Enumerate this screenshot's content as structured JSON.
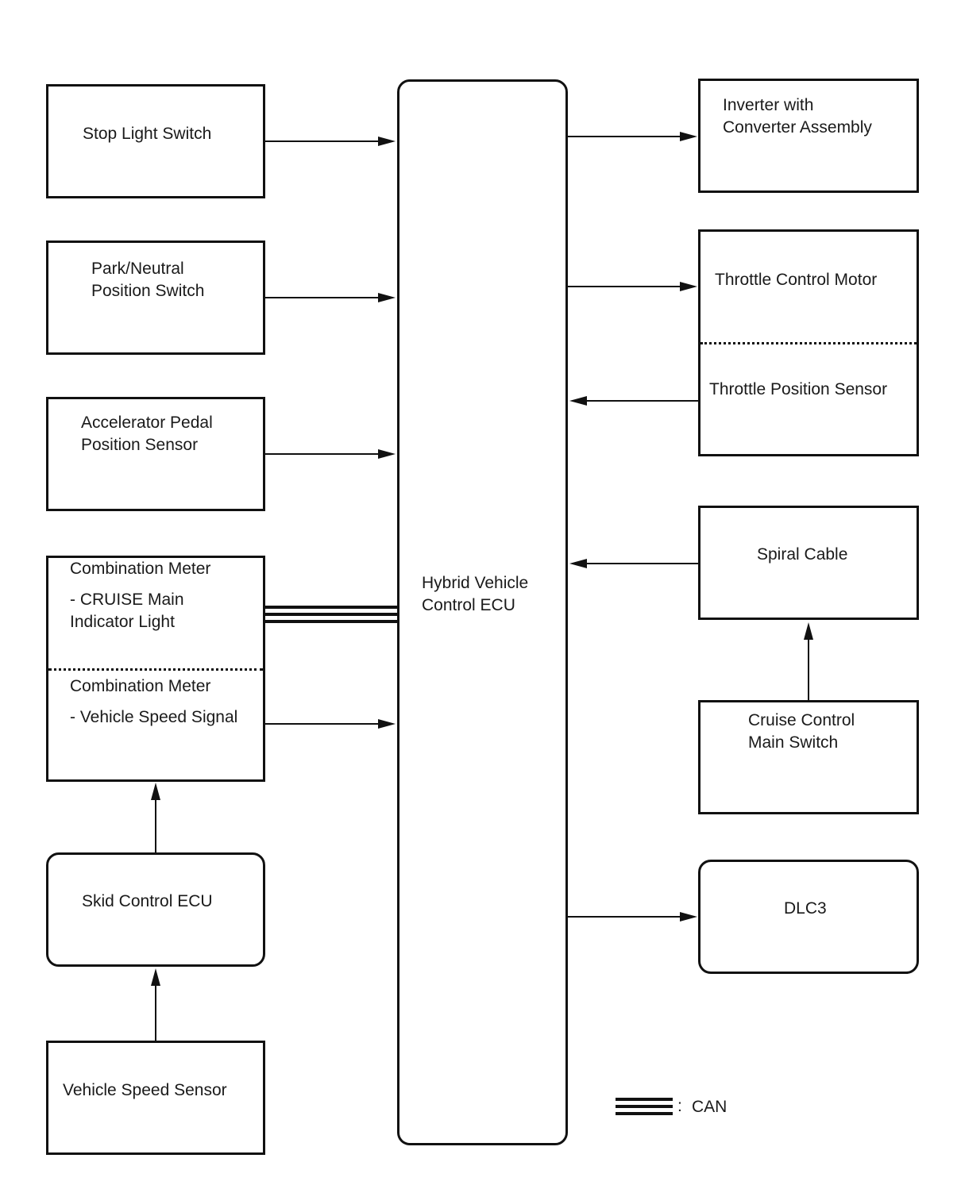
{
  "blocks": {
    "stop_light_switch": "Stop Light Switch",
    "park_neutral_line1": "Park/Neutral",
    "park_neutral_line2": "Position Switch",
    "accel_line1": "Accelerator Pedal",
    "accel_line2": "Position Sensor",
    "combo_meter_title_1": "Combination Meter",
    "combo_meter_cruise_line1": "- CRUISE Main",
    "combo_meter_cruise_line2": "Indicator Light",
    "combo_meter_title_2": "Combination Meter",
    "combo_meter_speed": "- Vehicle Speed Signal",
    "skid_control": "Skid Control ECU",
    "vehicle_speed_sensor": "Vehicle Speed Sensor",
    "hv_ecu_line1": "Hybrid Vehicle",
    "hv_ecu_line2": "Control ECU",
    "inverter_line1": "Inverter with",
    "inverter_line2": "Converter Assembly",
    "throttle_motor": "Throttle Control Motor",
    "throttle_sensor": "Throttle Position Sensor",
    "spiral_cable": "Spiral Cable",
    "cruise_switch_line1": "Cruise Control",
    "cruise_switch_line2": "Main Switch",
    "dlc3": "DLC3"
  },
  "legend": {
    "separator": ":",
    "can_label": "CAN"
  }
}
